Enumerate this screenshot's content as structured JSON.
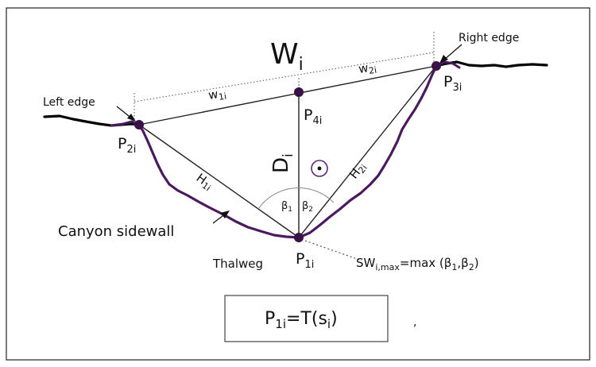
{
  "labels": {
    "width_total": "W",
    "width_total_sub": "i",
    "w1": "w",
    "w1_sub": "1i",
    "w2": "w",
    "w2_sub": "2i",
    "depth": "D",
    "depth_sub": "i",
    "h1": "H",
    "h1_sub": "1i",
    "h2": "H",
    "h2_sub": "2i",
    "beta1": "β",
    "beta1_sub": "1",
    "beta2": "β",
    "beta2_sub": "2",
    "p1": "P",
    "p1_sub": "1i",
    "p2": "P",
    "p2_sub": "2i",
    "p3": "P",
    "p3_sub": "3i",
    "p4": "P",
    "p4_sub": "4i",
    "left_edge": "Left edge",
    "right_edge": "Right edge",
    "canyon_sidewall": "Canyon sidewall",
    "thalweg": "Thalweg",
    "sw_prefix": "SW",
    "sw_sub": "i,max",
    "sw_formula": "=max (β",
    "sw_b1_sub": "1",
    "sw_comma": ",β",
    "sw_b2_sub": "2",
    "sw_close": ")",
    "eq_left": "P",
    "eq_left_sub": "1i",
    "eq_mid": "=T(s",
    "eq_mid_sub": "i",
    "eq_close": ")",
    "stray_comma": ","
  },
  "colors": {
    "terrain": "#000000",
    "channel": "#4b1a5e",
    "point": "#3a1146",
    "flow_symbol": "#5a2a72"
  },
  "icons": {
    "flow_direction": "circle-dot-out-of-page-icon"
  }
}
